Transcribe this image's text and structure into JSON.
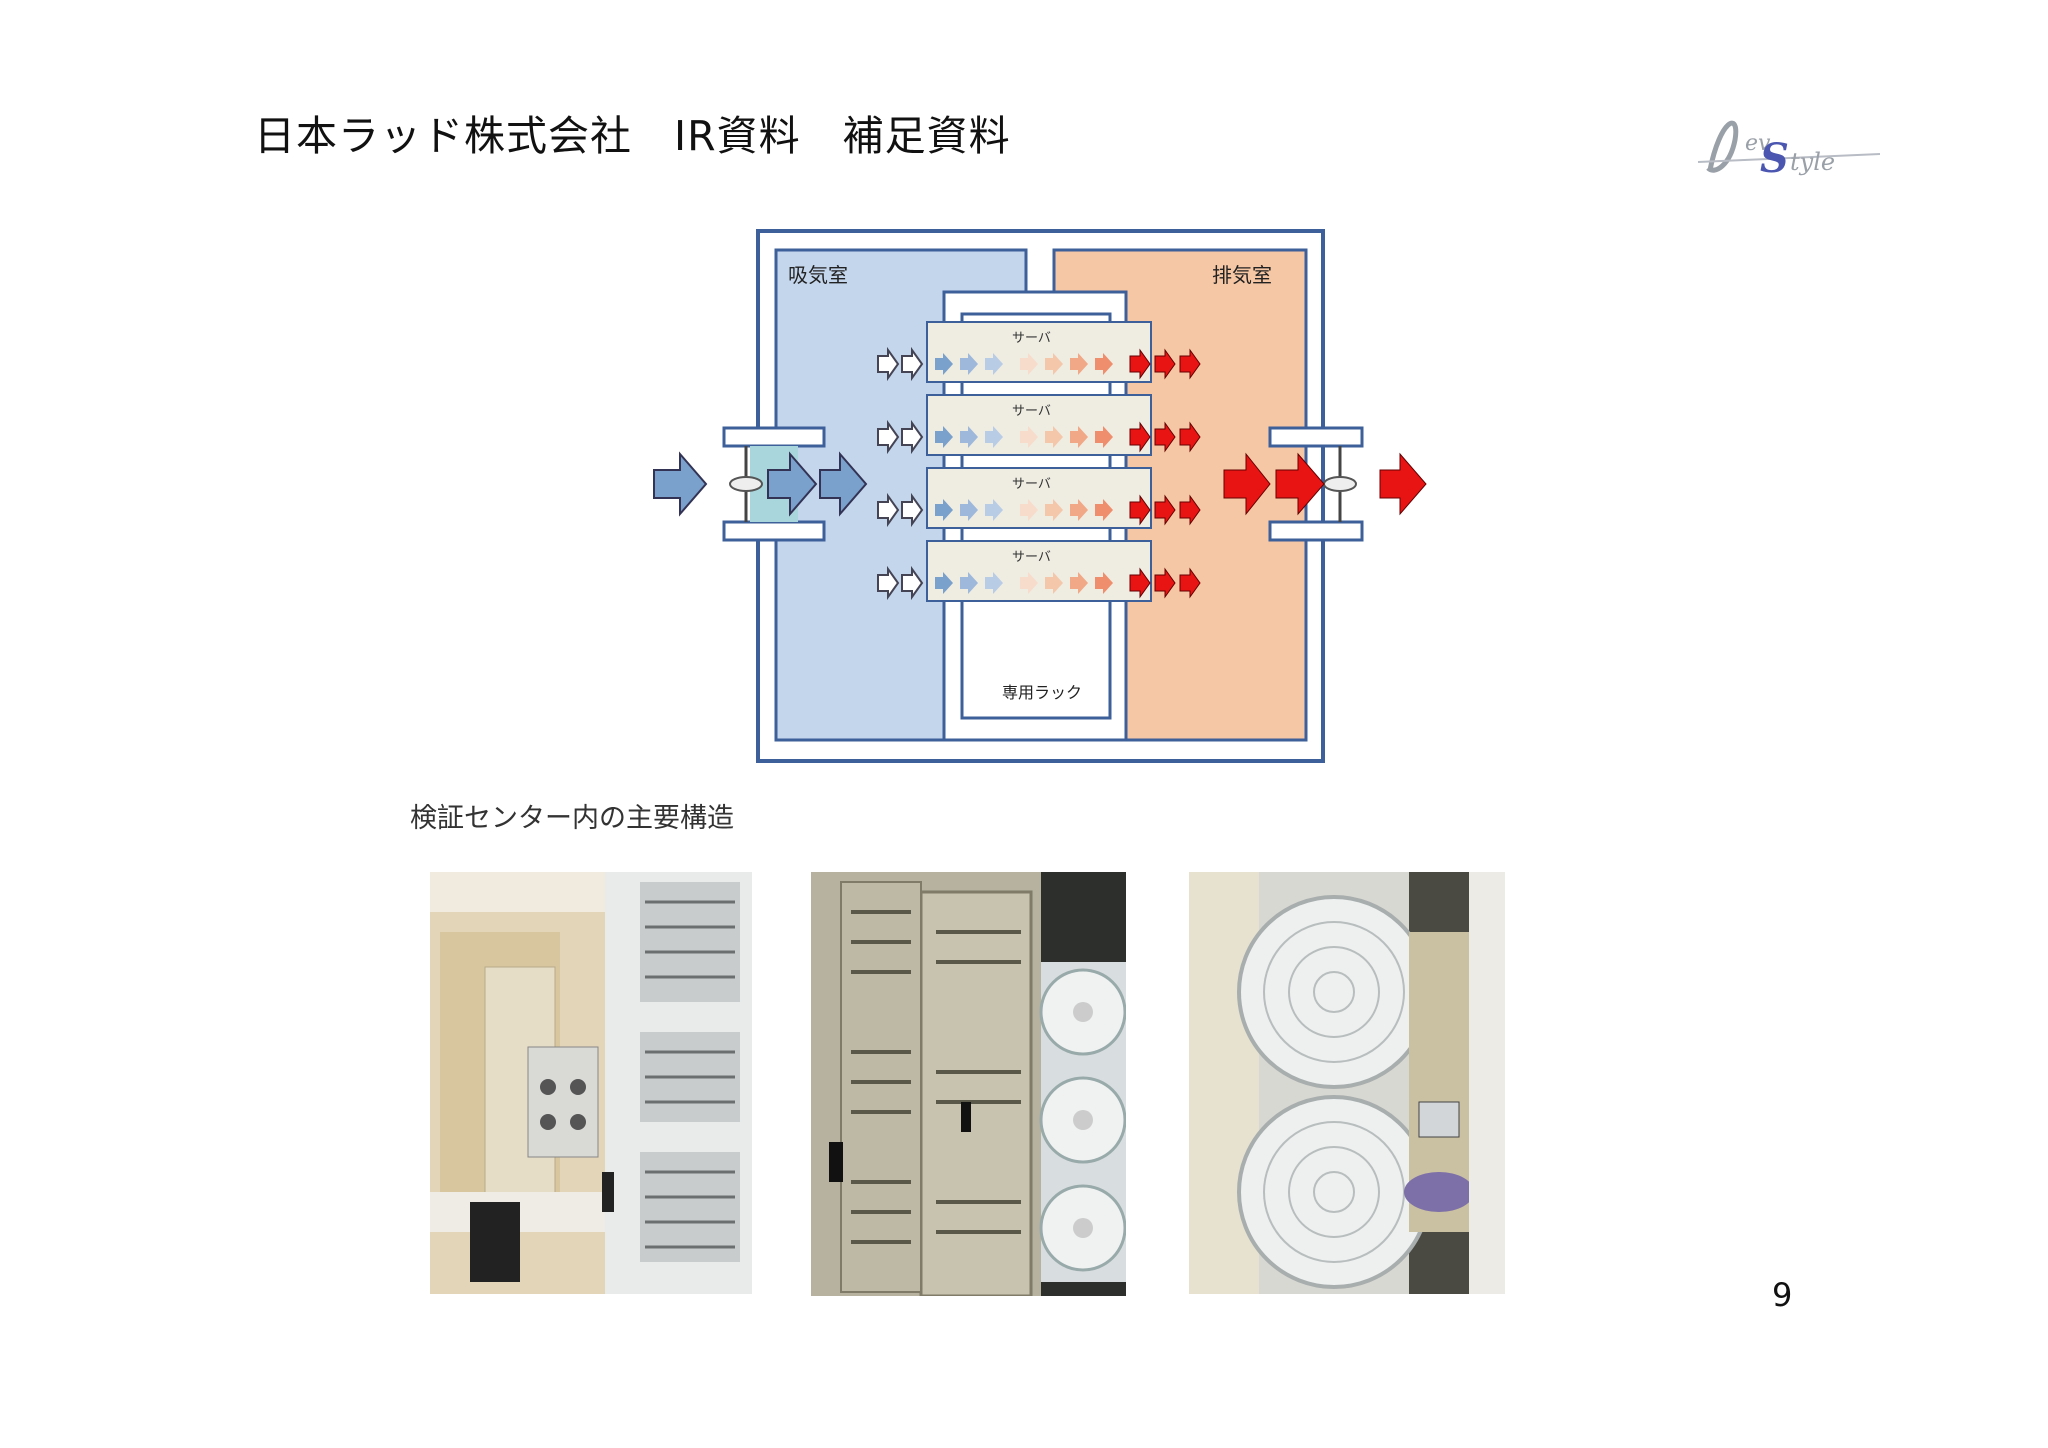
{
  "header": {
    "title": "日本ラッド株式会社　IR資料　補足資料",
    "logo_text": "Lev Style"
  },
  "diagram": {
    "intake_room_label": "吸気室",
    "exhaust_room_label": "排気室",
    "server_labels": [
      "サーバ",
      "サーバ",
      "サーバ",
      "サーバ"
    ],
    "rack_label": "専用ラック",
    "colors": {
      "intake": "#c4d6ec",
      "exhaust": "#f6c7a4",
      "cool_arrow": "#7aa0cc",
      "hot_arrow": "#e81414"
    }
  },
  "caption": "検証センター内の主要構造",
  "photos": [
    {
      "name": "photo-rack-room-interior",
      "icon": "rack-room-photo"
    },
    {
      "name": "photo-rack-with-fans",
      "icon": "rack-fans-photo"
    },
    {
      "name": "photo-exhaust-fans",
      "icon": "exhaust-fans-photo"
    }
  ],
  "page_number": "9"
}
